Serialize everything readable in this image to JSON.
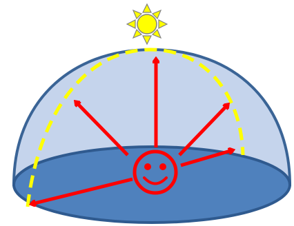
{
  "colors": {
    "background": "#ffffff",
    "dome_fill": "#c5d4ec",
    "dome_outline": "#3a6496",
    "ground_fill": "#4f81bd",
    "ground_outline": "#2f5a8f",
    "sun_fill": "#ffff00",
    "sun_outline": "#808080",
    "sun_path": "#ffff00",
    "arrows": "#ff0000",
    "face": "#ff0000"
  },
  "icons": {
    "sun": "sun-icon",
    "observer": "smiley-face-icon"
  },
  "diagram": {
    "shape": "hemisphere",
    "sun_path_style": "dashed",
    "arrow_count": 5
  }
}
